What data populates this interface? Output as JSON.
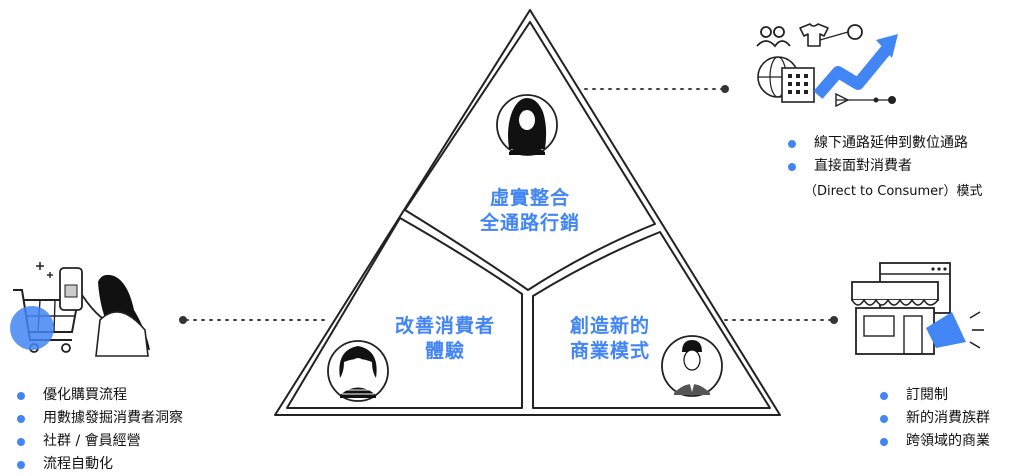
{
  "colors": {
    "accent": "#4285f4",
    "line": "#222222",
    "dots": "#444444"
  },
  "triangle": {
    "top_title": [
      "虛實整合",
      "全通路行銷"
    ],
    "left_title": [
      "改善消費者",
      "體驗"
    ],
    "right_title": [
      "創造新的",
      "商業模式"
    ]
  },
  "panels": {
    "top_right": {
      "icon": "omnichannel-growth-icon",
      "items": [
        "線下通路延伸到數位通路",
        "直接面對消費者"
      ],
      "note": "（Direct to Consumer）模式"
    },
    "left": {
      "icon": "shopper-phone-cart-icon",
      "items": [
        "優化購買流程",
        "用數據發掘消費者洞察",
        "社群 / 會員經營",
        "流程自動化"
      ]
    },
    "right": {
      "icon": "storefront-megaphone-icon",
      "items": [
        "訂閱制",
        "新的消費族群",
        "跨領域的商業"
      ]
    }
  }
}
